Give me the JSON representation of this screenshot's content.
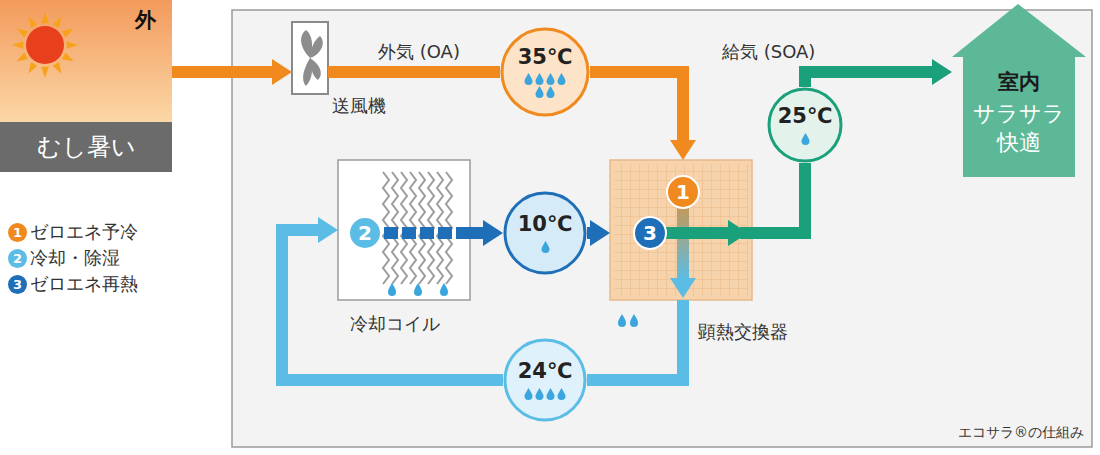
{
  "diagram": {
    "caption": "エコサラ®の仕組み",
    "nodes": [
      {
        "text": [
          "外",
          "むし暑い"
        ]
      },
      {
        "text": [
          "送風機"
        ]
      },
      {
        "text": [
          "35℃"
        ]
      },
      {
        "text": [
          "25℃"
        ]
      },
      {
        "text": [
          "室内",
          "サラサラ 快適"
        ]
      },
      {
        "text": [
          "冷却コイル"
        ]
      },
      {
        "text": [
          "10℃"
        ]
      },
      {
        "text": [
          "顕熱交換器"
        ]
      },
      {
        "text": [
          "24℃"
        ]
      }
    ],
    "edges": [
      {
        "from": 0,
        "to": 1,
        "arrow": "to"
      },
      {
        "from": 1,
        "to": 2,
        "arrow": "none"
      },
      {
        "from": 2,
        "to": 7,
        "arrow": "to"
      },
      {
        "from": 7,
        "to": 8,
        "arrow": "none"
      },
      {
        "from": 8,
        "to": 5,
        "arrow": "to"
      },
      {
        "from": 5,
        "to": 6,
        "arrow": "to"
      },
      {
        "from": 6,
        "to": 7,
        "arrow": "to"
      },
      {
        "from": 7,
        "to": 3,
        "arrow": "none"
      },
      {
        "from": 3,
        "to": 4,
        "arrow": "to"
      }
    ],
    "labels": [
      "外気 (OA)",
      "給気 (SOA)",
      "1",
      "2",
      "3",
      "1",
      "2",
      "3"
    ],
    "legend": [
      {
        "text": "ゼロエネ予冷",
        "color": "#f08a1e"
      },
      {
        "text": "冷却・除湿",
        "color": "#5bbde6"
      },
      {
        "text": "ゼロエネ再熱",
        "color": "#1f6fb8"
      }
    ]
  }
}
